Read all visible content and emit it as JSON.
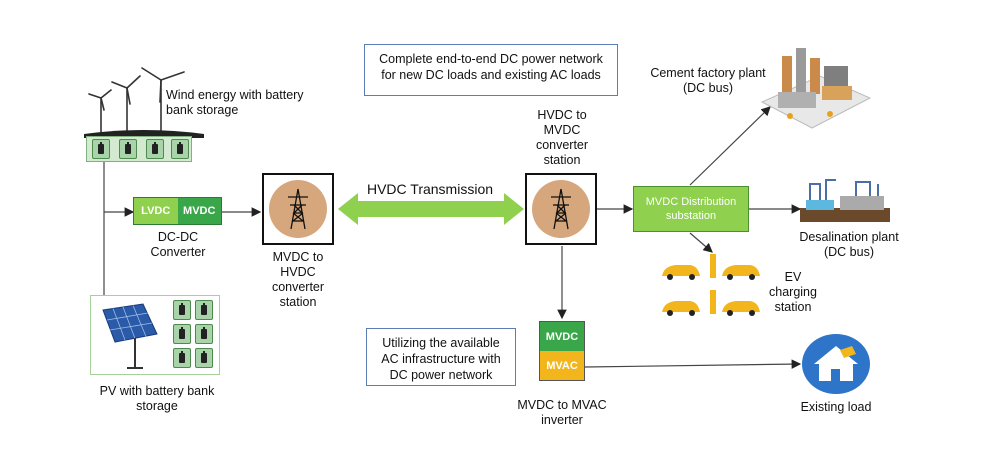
{
  "note_top": "Complete end-to-end DC power network for new DC loads and existing AC loads",
  "note_bottom": "Utilizing the available AC infrastructure with DC power network",
  "wind": {
    "label": "Wind energy with battery bank storage"
  },
  "pv": {
    "label": "PV with battery bank storage"
  },
  "dcdc": {
    "left": "LVDC",
    "right": "MVDC",
    "label": "DC-DC Converter"
  },
  "station_left": {
    "label": "MVDC to HVDC converter station"
  },
  "transmission": {
    "label": "HVDC Transmission"
  },
  "station_right": {
    "label": "HVDC to MVDC converter station"
  },
  "substation": {
    "label": "MVDC Distribution substation"
  },
  "cement": {
    "label": "Cement factory plant (DC bus)"
  },
  "desal": {
    "label": "Desalination plant (DC bus)"
  },
  "ev": {
    "label": "EV charging station"
  },
  "inverter": {
    "top": "MVDC",
    "bottom": "MVAC",
    "label": "MVDC to MVAC inverter"
  },
  "existing": {
    "label": "Existing load"
  },
  "colors": {
    "green_dark": "#3aa64a",
    "green_light": "#8fd14f",
    "orange": "#f2b61c",
    "blue": "#2e74c9",
    "tower": "#d6a77d"
  }
}
